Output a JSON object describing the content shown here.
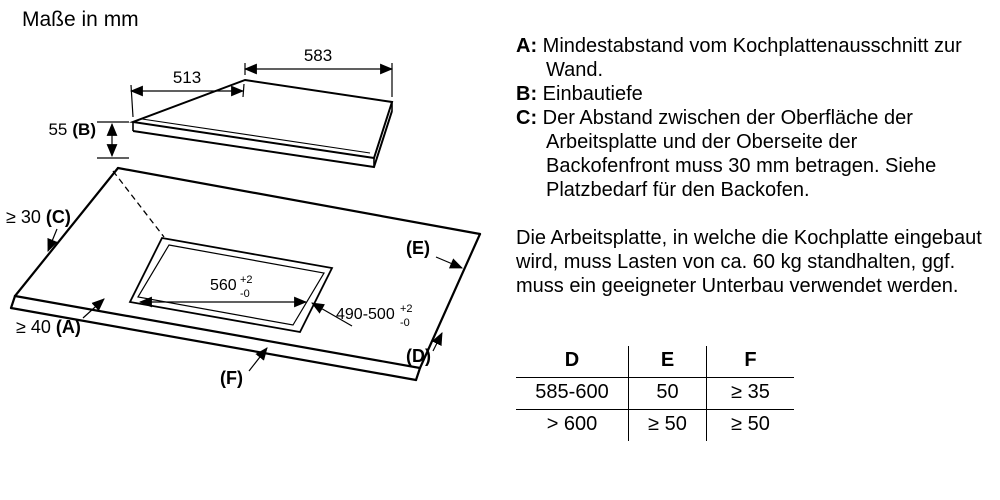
{
  "title": "Maße in mm",
  "diagram": {
    "dim_width": "583",
    "dim_depth": "513",
    "dim_b_value": "55",
    "dim_b_key": "(B)",
    "cutout_width": "560",
    "cutout_width_sup": "+2",
    "cutout_width_sub": "-0",
    "cutout_depth": "490-500",
    "cutout_depth_sup": "+2",
    "cutout_depth_sub": "-0",
    "label_c_value": "≥ 30",
    "label_c_key": "(C)",
    "label_a_value": "≥ 40",
    "label_a_key": "(A)",
    "label_e": "(E)",
    "label_d": "(D)",
    "label_f": "(F)"
  },
  "legend": [
    {
      "key": "A:",
      "text": "Mindestabstand vom Kochplattenaus­schnitt zur Wand."
    },
    {
      "key": "B:",
      "text": "Einbautiefe"
    },
    {
      "key": "C:",
      "text": "Der Abstand zwischen der Oberfläche der Arbeitsplatte und der Oberseite der Backofenfront muss 30 mm betragen. Siehe Platzbedarf für den Backofen."
    }
  ],
  "paragraph": "Die Arbeitsplatte, in welche die Kochplatte eingebaut wird, muss Lasten von ca. 60 kg standhalten, ggf. muss ein geeigneter Unterbau verwendet werden.",
  "table": {
    "headers": [
      "D",
      "E",
      "F"
    ],
    "rows": [
      [
        "585-600",
        "50",
        "≥ 35"
      ],
      [
        "> 600",
        "≥ 50",
        "≥ 50"
      ]
    ]
  }
}
